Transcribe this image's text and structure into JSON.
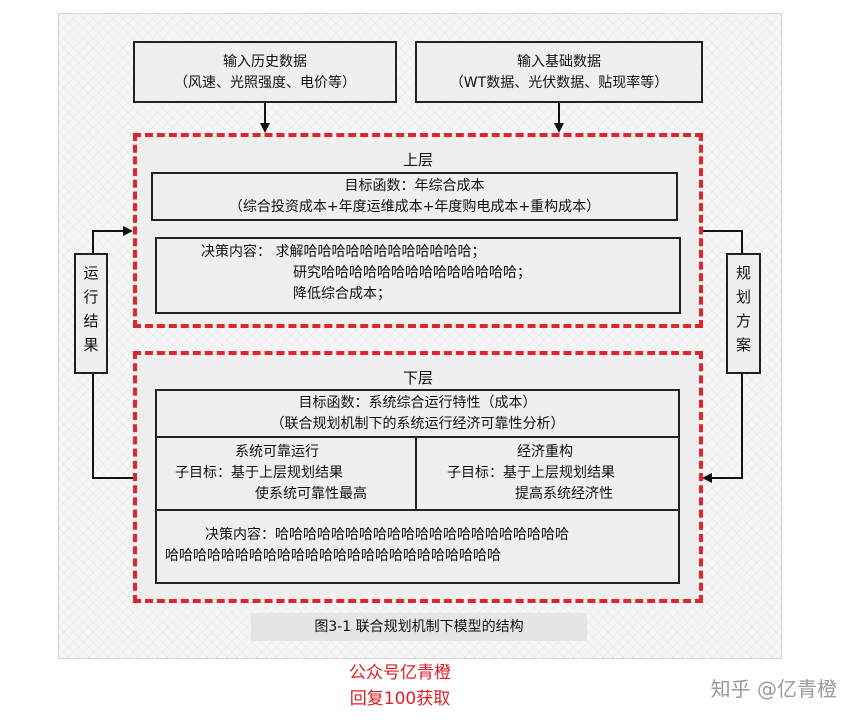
{
  "input_history": {
    "title": "输入历史数据",
    "detail": "（风速、光照强度、电价等）"
  },
  "input_base": {
    "title": "输入基础数据",
    "detail": "（WT数据、光伏数据、贴现率等）"
  },
  "upper": {
    "title": "上层",
    "objective": {
      "line1": "目标函数：年综合成本",
      "line2": "（综合投资成本+年度运维成本+年度购电成本+重构成本）"
    },
    "decision": {
      "line1": "决策内容：  求解哈哈哈哈哈哈哈哈哈哈哈哈；",
      "line2": "研究哈哈哈哈哈哈哈哈哈哈哈哈哈哈；",
      "line3": "降低综合成本；"
    }
  },
  "lower": {
    "title": "下层",
    "objective": {
      "line1": "目标函数：系统综合运行特性（成本）",
      "line2": "（联合规划机制下的系统运行经济可靠性分析）"
    },
    "reliability": {
      "title": "系统可靠运行",
      "line1": "子目标：基于上层规划结果",
      "line2": "使系统可靠性最高"
    },
    "economy": {
      "title": "经济重构",
      "line1": "子目标：基于上层规划结果",
      "line2": "提高系统经济性"
    },
    "decision": {
      "line1": "决策内容：哈哈哈哈哈哈哈哈哈哈哈哈哈哈哈哈哈哈哈哈哈",
      "line2": "哈哈哈哈哈哈哈哈哈哈哈哈哈哈哈哈哈哈哈哈哈哈哈哈"
    }
  },
  "side_left": {
    "chars": [
      "运",
      "行",
      "结",
      "果"
    ]
  },
  "side_right": {
    "chars": [
      "规",
      "划",
      "方",
      "案"
    ]
  },
  "caption": "图3-1  联合规划机制下模型的结构",
  "promo": {
    "line1": "公众号亿青橙",
    "line2": "回复100获取"
  },
  "watermark": "知乎 @亿青橙",
  "colors": {
    "dashed_border": "#e0262b",
    "promo_text": "#d81f26",
    "box_fill": "#efefef"
  }
}
